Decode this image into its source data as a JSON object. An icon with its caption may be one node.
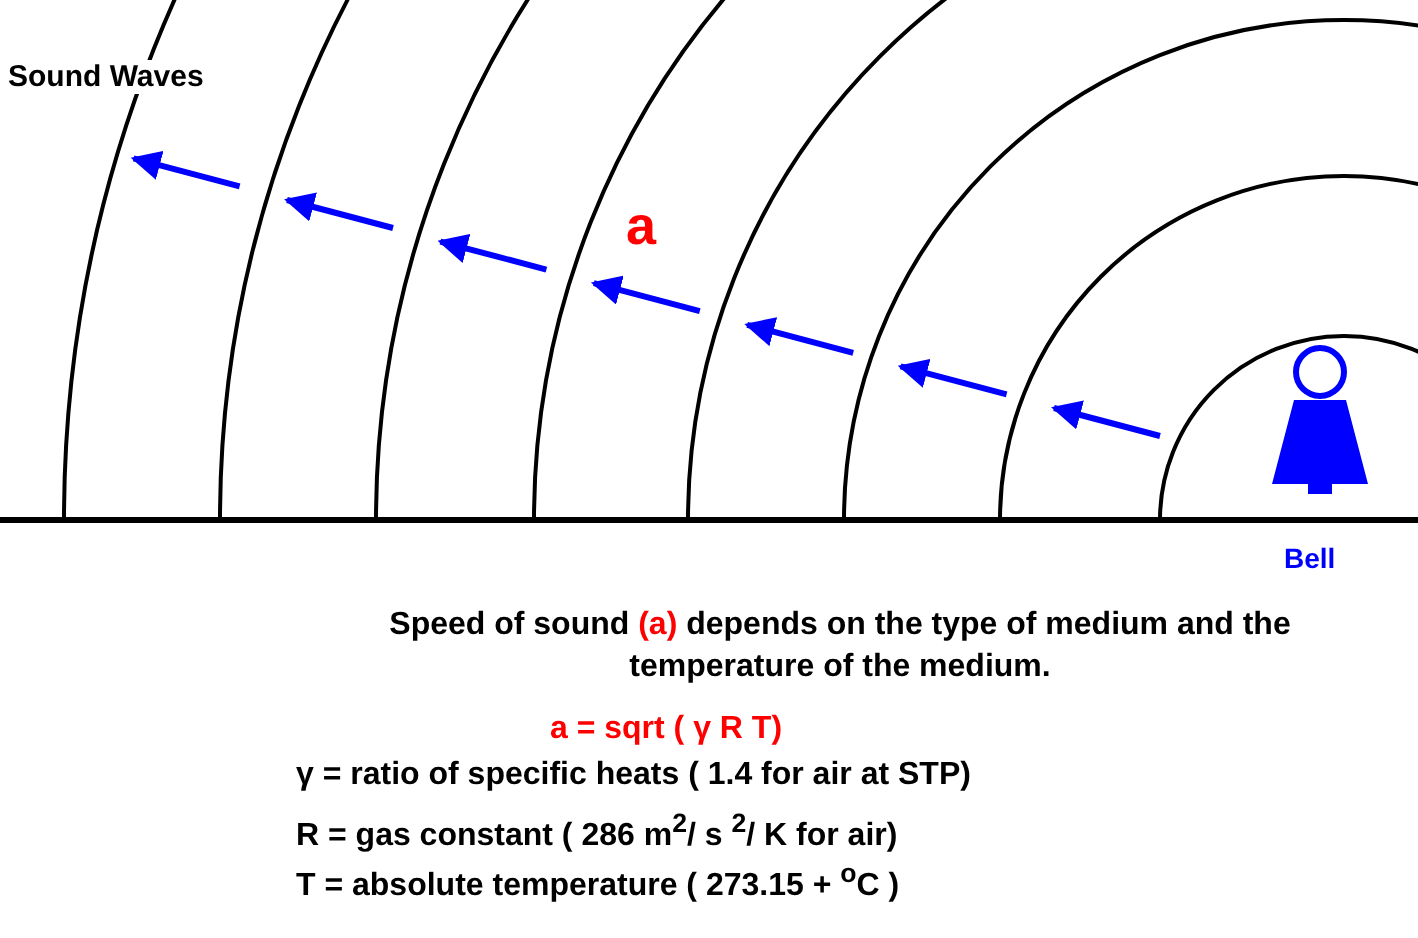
{
  "diagram": {
    "labels": [
      "Sound Waves",
      "a",
      "Bell",
      "Speed of sound",
      "(a)",
      "depends on the type of medium and the temperature of the medium.",
      "a = sqrt ( γ R T)",
      "γ = ratio of specific heats ( 1.4 for air at STP)",
      "R = gas constant ( 286 m$^{2}$/ s $^{2}$/ K   for air)",
      "T = absolute temperature ( 273.15 + $^{o}$C )"
    ]
  }
}
